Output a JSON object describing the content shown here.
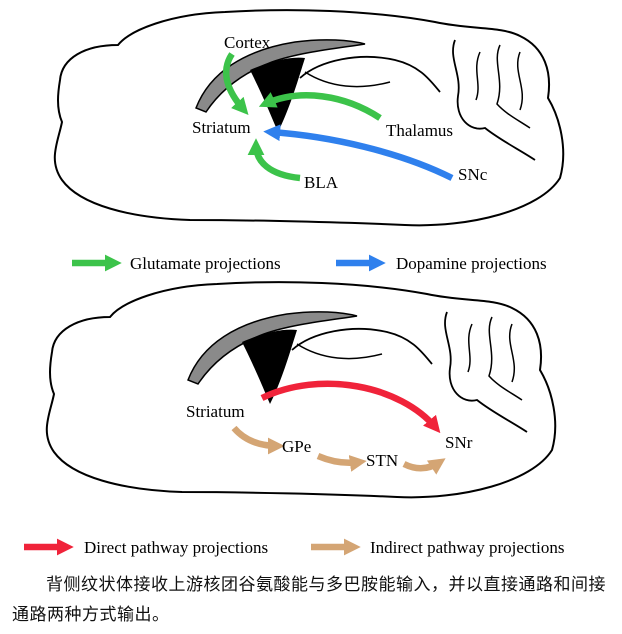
{
  "top_panel": {
    "labels": {
      "cortex": "Cortex",
      "striatum": "Striatum",
      "thalamus": "Thalamus",
      "bla": "BLA",
      "snc": "SNc"
    },
    "legend": {
      "glutamate": "Glutamate projections",
      "dopamine": "Dopamine projections"
    }
  },
  "bottom_panel": {
    "labels": {
      "striatum": "Striatum",
      "gpe": "GPe",
      "stn": "STN",
      "snr": "SNr"
    },
    "legend": {
      "direct": "Direct pathway projections",
      "indirect": "Indirect pathway projections"
    }
  },
  "colors": {
    "glutamate": "#3cc34a",
    "dopamine": "#2f80ed",
    "direct": "#f0233a",
    "indirect": "#d4a574",
    "ventricle_gray": "#8a8a8a",
    "ventricle_black": "#000000"
  },
  "caption": "背侧纹状体接收上游核团谷氨酸能与多巴胺能输入，并以直接通路和间接通路两种方式输出。"
}
